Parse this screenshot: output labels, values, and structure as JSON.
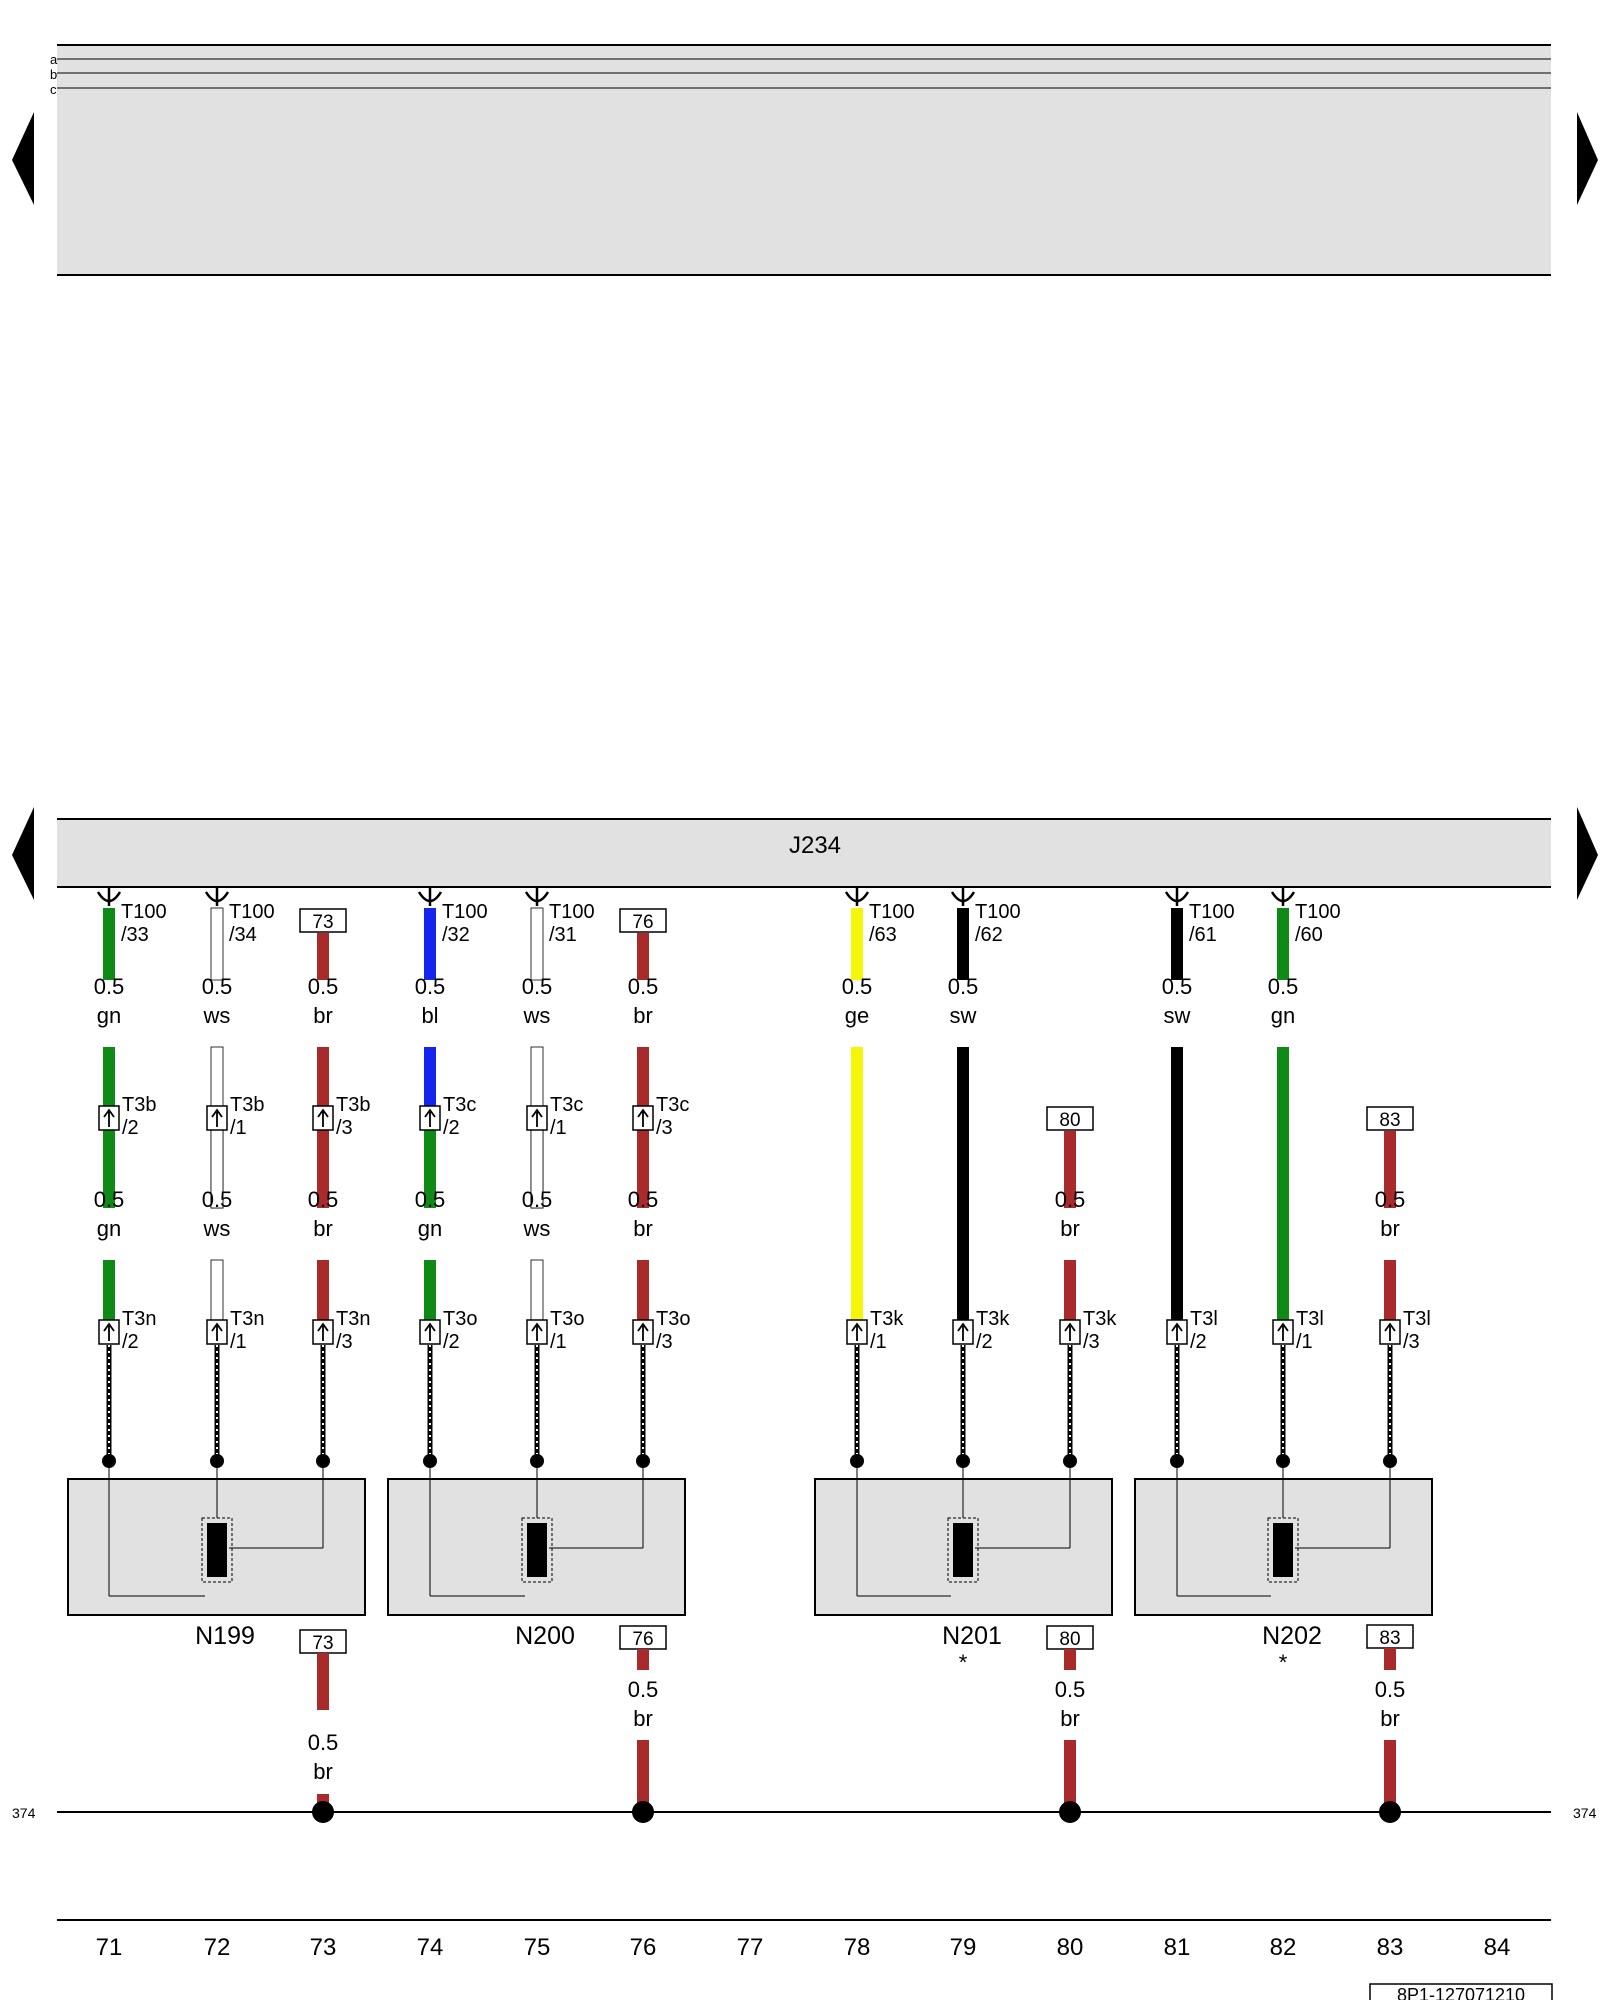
{
  "top_panel": {
    "rows": [
      "a",
      "b",
      "c"
    ]
  },
  "controller": {
    "label": "J234"
  },
  "bus": {
    "label_left": "374",
    "label_right": "374"
  },
  "doc_id": "8P1-127071210",
  "colors": {
    "gn": "#0f8a16",
    "ws": "#ffffff",
    "br": "#a82a2a",
    "bl": "#1525f0",
    "ge": "#f5f50a",
    "sw": "#000000",
    "panel": "#e1e1e1"
  },
  "columns": [
    "71",
    "72",
    "73",
    "74",
    "75",
    "76",
    "77",
    "78",
    "79",
    "80",
    "81",
    "82",
    "83",
    "84"
  ],
  "wires": [
    {
      "id": "w71",
      "top_connector": {
        "name": "T100",
        "pin": "/33"
      },
      "gauge1": "0.5",
      "color1": "gn",
      "mid_connector": {
        "name": "T3b",
        "pin": "/2"
      },
      "gauge2": "0.5",
      "color2": "gn",
      "low_connector": {
        "name": "T3n",
        "pin": "/2"
      }
    },
    {
      "id": "w72",
      "top_connector": {
        "name": "T100",
        "pin": "/34"
      },
      "gauge1": "0.5",
      "color1": "ws",
      "mid_connector": {
        "name": "T3b",
        "pin": "/1"
      },
      "gauge2": "0.5",
      "color2": "ws",
      "low_connector": {
        "name": "T3n",
        "pin": "/1"
      }
    },
    {
      "id": "w73",
      "top_ref": "73",
      "gauge1": "0.5",
      "color1": "br",
      "mid_connector": {
        "name": "T3b",
        "pin": "/3"
      },
      "gauge2": "0.5",
      "color2": "br",
      "low_connector": {
        "name": "T3n",
        "pin": "/3"
      }
    },
    {
      "id": "w74",
      "top_connector": {
        "name": "T100",
        "pin": "/32"
      },
      "gauge1": "0.5",
      "color1": "bl",
      "mid_connector": {
        "name": "T3c",
        "pin": "/2"
      },
      "gauge2": "0.5",
      "color2": "gn",
      "low_connector": {
        "name": "T3o",
        "pin": "/2"
      }
    },
    {
      "id": "w75",
      "top_connector": {
        "name": "T100",
        "pin": "/31"
      },
      "gauge1": "0.5",
      "color1": "ws",
      "mid_connector": {
        "name": "T3c",
        "pin": "/1"
      },
      "gauge2": "0.5",
      "color2": "ws",
      "low_connector": {
        "name": "T3o",
        "pin": "/1"
      }
    },
    {
      "id": "w76",
      "top_ref": "76",
      "gauge1": "0.5",
      "color1": "br",
      "mid_connector": {
        "name": "T3c",
        "pin": "/3"
      },
      "gauge2": "0.5",
      "color2": "br",
      "low_connector": {
        "name": "T3o",
        "pin": "/3"
      }
    },
    {
      "id": "w78",
      "top_connector": {
        "name": "T100",
        "pin": "/63"
      },
      "gauge1": "0.5",
      "color1": "ge",
      "low_connector": {
        "name": "T3k",
        "pin": "/1"
      }
    },
    {
      "id": "w79",
      "top_connector": {
        "name": "T100",
        "pin": "/62"
      },
      "gauge1": "0.5",
      "color1": "sw",
      "low_connector": {
        "name": "T3k",
        "pin": "/2"
      }
    },
    {
      "id": "w80",
      "mid_ref": "80",
      "gauge2": "0.5",
      "color2": "br",
      "low_connector": {
        "name": "T3k",
        "pin": "/3"
      }
    },
    {
      "id": "w81",
      "top_connector": {
        "name": "T100",
        "pin": "/61"
      },
      "gauge1": "0.5",
      "color1": "sw",
      "low_connector": {
        "name": "T3l",
        "pin": "/2"
      }
    },
    {
      "id": "w82",
      "top_connector": {
        "name": "T100",
        "pin": "/60"
      },
      "gauge1": "0.5",
      "color1": "gn",
      "low_connector": {
        "name": "T3l",
        "pin": "/1"
      }
    },
    {
      "id": "w83",
      "mid_ref": "83",
      "gauge2": "0.5",
      "color2": "br",
      "low_connector": {
        "name": "T3l",
        "pin": "/3"
      }
    }
  ],
  "components": [
    {
      "label": "N199",
      "note": ""
    },
    {
      "label": "N200",
      "note": ""
    },
    {
      "label": "N201",
      "note": "*"
    },
    {
      "label": "N202",
      "note": "*"
    }
  ],
  "ground_links": [
    {
      "ref": "73",
      "gauge": "0.5",
      "color": "br"
    },
    {
      "ref": "76",
      "gauge": "0.5",
      "color": "br"
    },
    {
      "ref": "80",
      "gauge": "0.5",
      "color": "br"
    },
    {
      "ref": "83",
      "gauge": "0.5",
      "color": "br"
    }
  ]
}
